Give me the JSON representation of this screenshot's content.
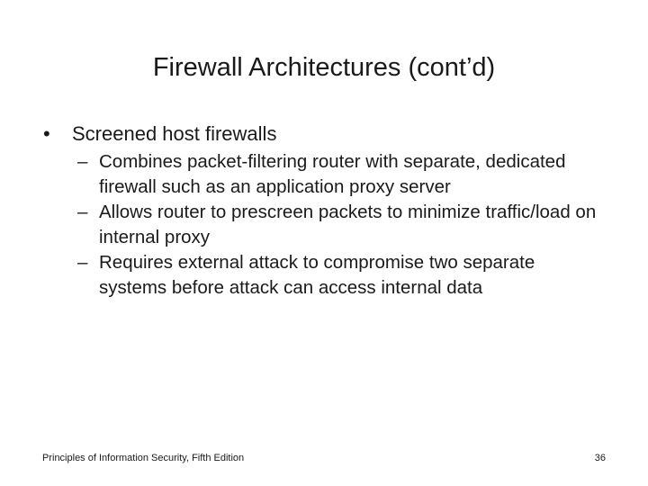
{
  "slide": {
    "title": "Firewall Architectures (cont’d)",
    "bullets": [
      {
        "marker": "•",
        "text": "Screened host firewalls",
        "level": 1
      }
    ],
    "sub_bullets": [
      {
        "marker": "–",
        "text": "Combines packet-filtering router with separate, dedicated firewall such as an application proxy server",
        "level": 2
      },
      {
        "marker": "–",
        "text": "Allows router to prescreen packets to minimize traffic/load on internal proxy",
        "level": 2
      },
      {
        "marker": "–",
        "text": "Requires external attack to compromise two separate systems before attack can access internal data",
        "level": 2
      }
    ],
    "footer": {
      "source": "Principles of Information Security, Fifth Edition",
      "page_number": "36"
    },
    "colors": {
      "background": "#ffffff",
      "text": "#1a1a1a"
    }
  }
}
